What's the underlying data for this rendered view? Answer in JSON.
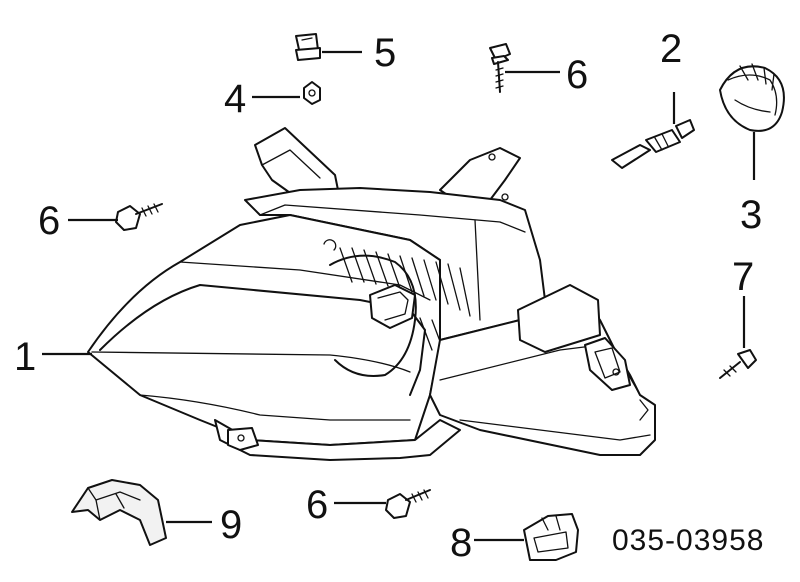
{
  "diagram": {
    "callouts": [
      {
        "id": "c1",
        "label": "1"
      },
      {
        "id": "c2",
        "label": "2"
      },
      {
        "id": "c3",
        "label": "3"
      },
      {
        "id": "c4",
        "label": "4"
      },
      {
        "id": "c5",
        "label": "5"
      },
      {
        "id": "c6a",
        "label": "6"
      },
      {
        "id": "c6b",
        "label": "6"
      },
      {
        "id": "c6c",
        "label": "6"
      },
      {
        "id": "c7",
        "label": "7"
      },
      {
        "id": "c8",
        "label": "8"
      },
      {
        "id": "c9",
        "label": "9"
      }
    ],
    "catalog_code": "035-03958"
  }
}
